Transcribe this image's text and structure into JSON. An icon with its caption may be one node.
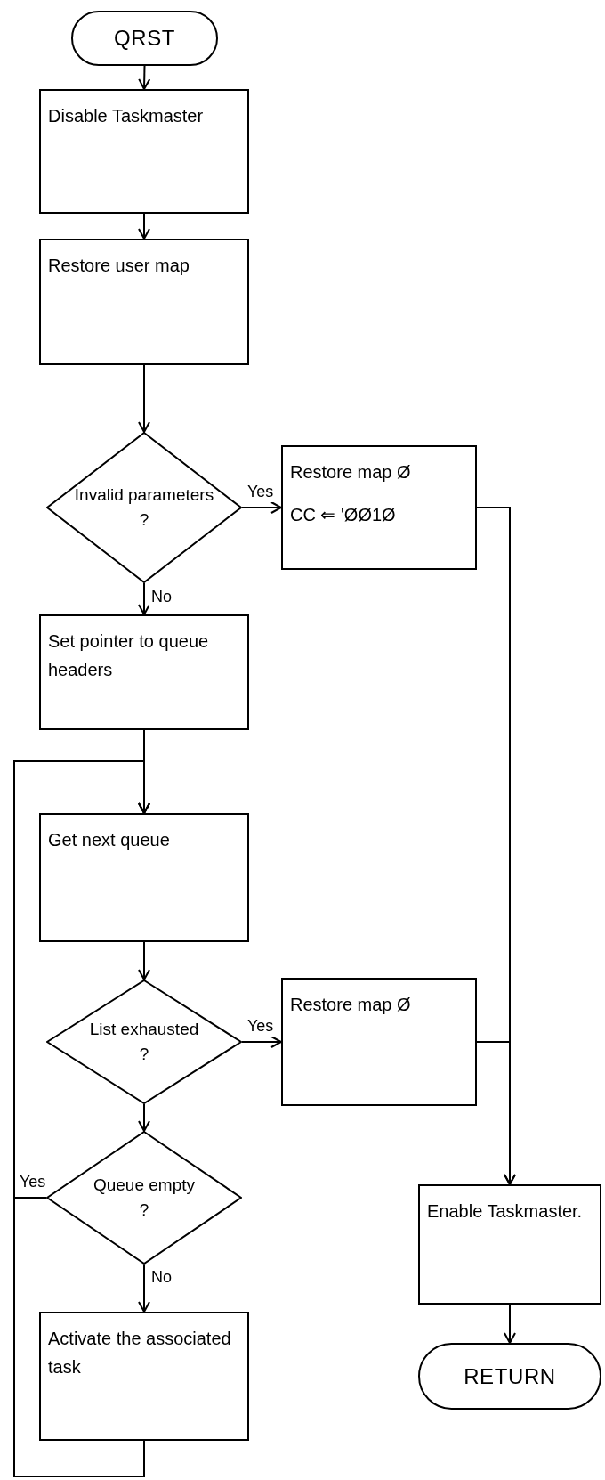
{
  "diagram": {
    "nodes": [
      {
        "text": [
          "QRST"
        ]
      },
      {
        "text": [
          "Disable Taskmaster"
        ]
      },
      {
        "text": [
          "Restore user map"
        ]
      },
      {
        "text": [
          "Invalid parameters",
          "?"
        ]
      },
      {
        "text": [
          "Restore map Ø",
          "CC ⇐ 'ØØ1Ø"
        ]
      },
      {
        "text": [
          "Set pointer to queue headers"
        ]
      },
      {
        "text": [
          "Get next queue"
        ]
      },
      {
        "text": [
          "List exhausted",
          "?"
        ]
      },
      {
        "text": [
          "Restore map Ø"
        ]
      },
      {
        "text": [
          "Queue empty",
          "?"
        ]
      },
      {
        "text": [
          "Activate the associated task"
        ]
      },
      {
        "text": [
          "Enable Taskmaster."
        ]
      },
      {
        "text": [
          "RETURN"
        ]
      }
    ],
    "edges": [
      {
        "from": 0,
        "to": 1,
        "arrow": "to"
      },
      {
        "from": 1,
        "to": 2,
        "arrow": "to"
      },
      {
        "from": 2,
        "to": 3,
        "arrow": "to"
      },
      {
        "from": 3,
        "to": 4,
        "arrow": "to",
        "label": "Yes"
      },
      {
        "from": 3,
        "to": 5,
        "arrow": "to",
        "label": "No"
      },
      {
        "from": 5,
        "to": 6,
        "arrow": "to"
      },
      {
        "from": 6,
        "to": 7,
        "arrow": "to"
      },
      {
        "from": 7,
        "to": 8,
        "arrow": "to",
        "label": "Yes"
      },
      {
        "from": 7,
        "to": 9,
        "arrow": "to"
      },
      {
        "from": 9,
        "to": 10,
        "arrow": "to",
        "label": "No"
      },
      {
        "from": 9,
        "to": 6,
        "arrow": "to",
        "label": "Yes"
      },
      {
        "from": 10,
        "to": 6,
        "arrow": "to"
      },
      {
        "from": 4,
        "to": 11,
        "arrow": "to"
      },
      {
        "from": 8,
        "to": 11,
        "arrow": "to"
      },
      {
        "from": 11,
        "to": 12,
        "arrow": "to"
      }
    ]
  }
}
